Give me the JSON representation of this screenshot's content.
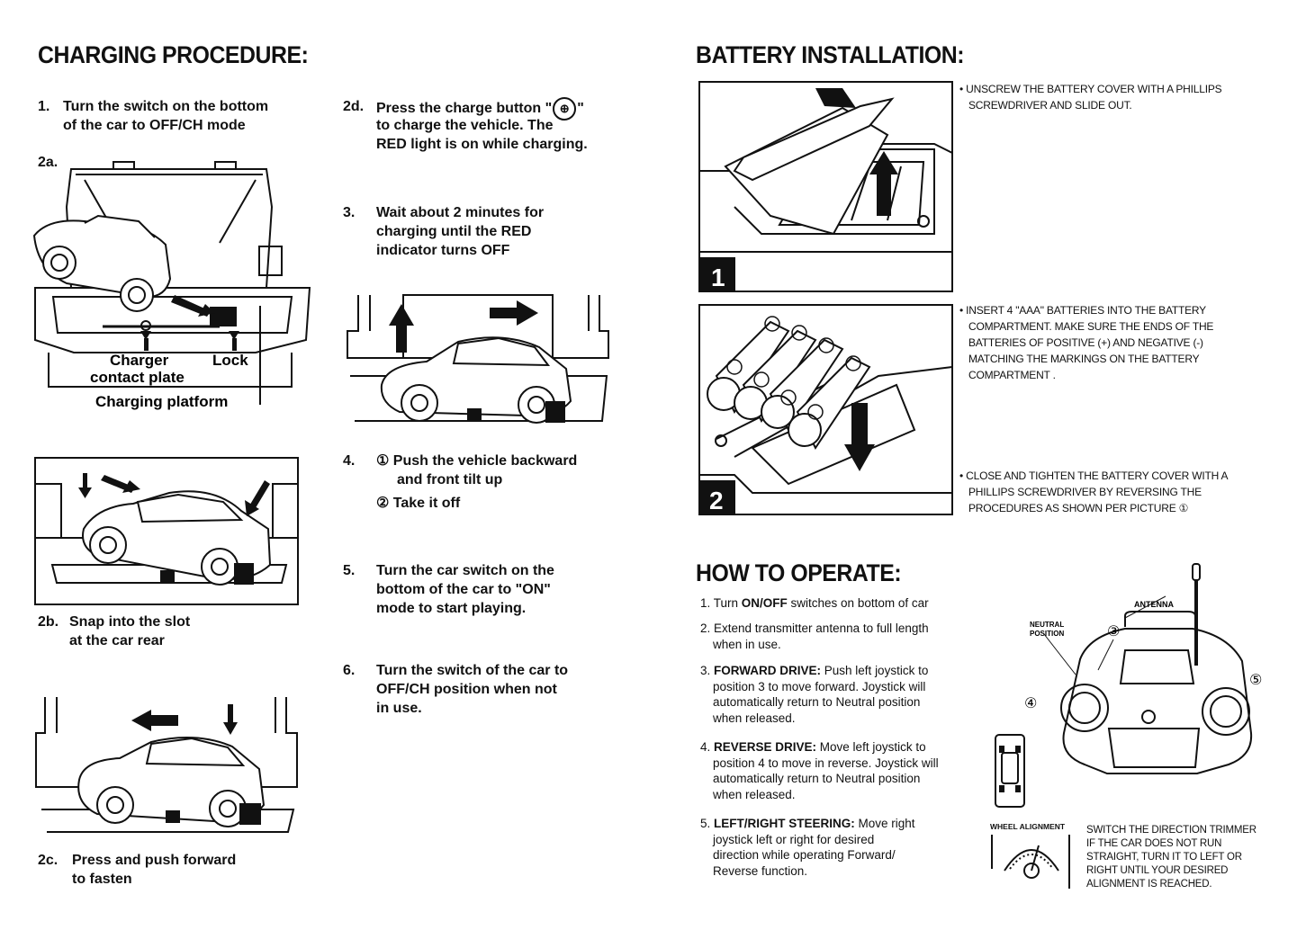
{
  "charging": {
    "title": "CHARGING PROCEDURE:",
    "step1": {
      "num": "1.",
      "line1": "Turn the switch on the bottom",
      "line2": "of the car to OFF/CH mode"
    },
    "label2a": "2a.",
    "fig2a": {
      "charger": "Charger",
      "contact": "contact plate",
      "lock": "Lock",
      "platform": "Charging platform"
    },
    "step2b": {
      "num": "2b.",
      "line1": "Snap into the slot",
      "line2": "at the car rear"
    },
    "step2c": {
      "num": "2c.",
      "line1": "Press and push forward",
      "line2": "to fasten"
    },
    "step2d": {
      "num": "2d.",
      "line1_pre": "Press the charge button \"",
      "line1_post": "\"",
      "line2": "to charge the vehicle. The",
      "line3": "RED light is on while charging."
    },
    "step3": {
      "num": "3.",
      "line1": "Wait about 2 minutes for",
      "line2": "charging until the RED",
      "line3": "indicator turns OFF"
    },
    "step4": {
      "num": "4.",
      "line1": "① Push the vehicle backward",
      "line2": "and front tilt up",
      "line3": "② Take it off"
    },
    "step5": {
      "num": "5.",
      "line1": "Turn the car switch on the",
      "line2": "bottom of the car to \"ON\"",
      "line3": "mode to start playing."
    },
    "step6": {
      "num": "6.",
      "line1": "Turn the switch of the car to",
      "line2": "OFF/CH position when not",
      "line3": "in use."
    }
  },
  "battery": {
    "title": "BATTERY INSTALLATION:",
    "fig1": "1",
    "fig2": "2",
    "b1": {
      "line1": "• UNSCREW THE BATTERY COVER WITH A PHILLIPS",
      "line2": "SCREWDRIVER AND SLIDE OUT."
    },
    "b2": {
      "line1": "• INSERT 4 \"AAA\"  BATTERIES INTO THE BATTERY",
      "line2": "COMPARTMENT. MAKE SURE THE ENDS OF THE",
      "line3": "BATTERIES OF POSITIVE (+) AND NEGATIVE (-)",
      "line4": "MATCHING THE MARKINGS ON THE BATTERY",
      "line5": "COMPARTMENT ."
    },
    "b3": {
      "line1": "• CLOSE AND TIGHTEN THE BATTERY COVER WITH A",
      "line2": "PHILLIPS SCREWDRIVER BY REVERSING THE",
      "line3": "PROCEDURES AS SHOWN PER PICTURE ①"
    }
  },
  "operate": {
    "title": "HOW TO OPERATE:",
    "o1": {
      "pre": "1. Turn ",
      "bold": "ON/OFF",
      "post": " switches on bottom of car"
    },
    "o2": {
      "line1": "2. Extend transmitter antenna to full length",
      "line2": "when in use."
    },
    "o3": {
      "num": "3. ",
      "bold": "FORWARD DRIVE:",
      "line1": " Push left joystick to",
      "line2": "position 3 to move forward. Joystick will",
      "line3": "automatically return to Neutral position",
      "line4": "when released."
    },
    "o4": {
      "num": "4. ",
      "bold": "REVERSE DRIVE:",
      "line1": " Move left joystick to",
      "line2": "position 4 to move in reverse. Joystick will",
      "line3": "automatically return to Neutral position",
      "line4": "when released."
    },
    "o5": {
      "num": "5. ",
      "bold": "LEFT/RIGHT STEERING:",
      "line1": " Move right",
      "line2": "joystick left or right for desired",
      "line3": "direction while operating Forward/",
      "line4": "Reverse function."
    },
    "remote": {
      "antenna": "ANTENNA",
      "neutral1": "NEUTRAL",
      "neutral2": "POSITION",
      "p3": "③",
      "p4": "④",
      "p5": "⑤",
      "wheel": "WHEEL ALIGNMENT"
    },
    "trim": {
      "line1": "SWITCH THE DIRECTION TRIMMER",
      "line2": "IF THE CAR DOES NOT RUN",
      "line3": "STRAIGHT, TURN IT TO LEFT OR",
      "line4": "RIGHT UNTIL YOUR DESIRED",
      "line5": "ALIGNMENT IS REACHED."
    }
  }
}
